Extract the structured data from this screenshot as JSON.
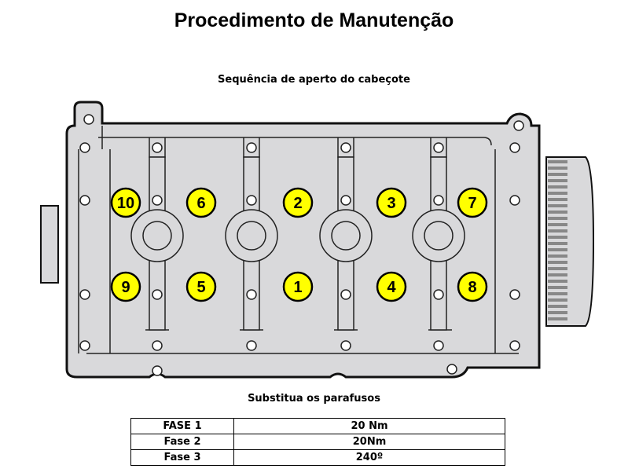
{
  "title": "Procedimento de Manutenção",
  "diagram": {
    "subtitle": "Sequência de aperto do cabeçote",
    "bolts_top": [
      "10",
      "6",
      "2",
      "3",
      "7"
    ],
    "bolts_bottom": [
      "9",
      "5",
      "1",
      "4",
      "8"
    ],
    "bolt_color": "#ffff00"
  },
  "table": {
    "caption": "Substitua os parafusos",
    "rows": [
      {
        "phase": "FASE 1",
        "value": "20 Nm"
      },
      {
        "phase": "Fase 2",
        "value": "20Nm"
      },
      {
        "phase": "Fase 3",
        "value": "240º"
      }
    ]
  }
}
